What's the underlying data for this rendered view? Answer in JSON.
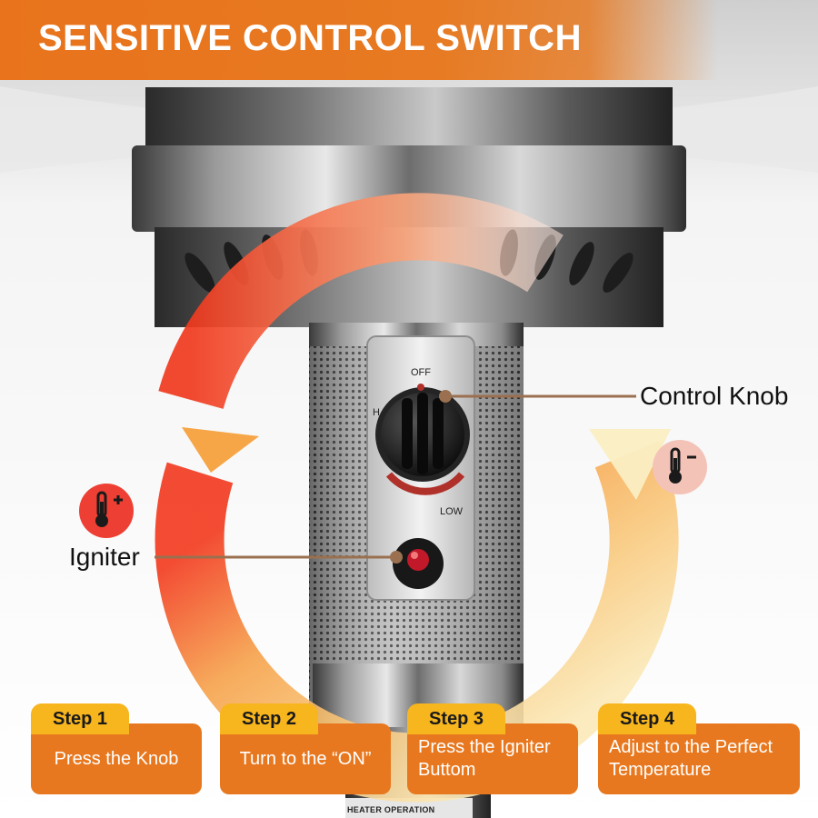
{
  "banner": {
    "title": "SENSITIVE CONTROL SWITCH"
  },
  "callouts": {
    "control_knob": "Control Knob",
    "igniter": "Igniter"
  },
  "knob_labels": {
    "off": "OFF",
    "low": "LOW",
    "high_partial": "H"
  },
  "plate": {
    "text": "HEATER OPERATION"
  },
  "icons": {
    "increase": "thermometer-plus-icon",
    "decrease": "thermometer-minus-icon"
  },
  "colors": {
    "banner": "#e8731c",
    "step_tab": "#f7b51e",
    "step_box": "#e8781f",
    "arrow_hot": "#f2381d",
    "arrow_warm": "#fbe9b8",
    "leader": "#9a7050"
  },
  "steps": [
    {
      "label": "Step 1",
      "text": "Press the Knob"
    },
    {
      "label": "Step 2",
      "text": "Turn to the “ON”"
    },
    {
      "label": "Step 3",
      "text": "Press the Igniter Buttom"
    },
    {
      "label": "Step 4",
      "text": "Adjust to the Perfect Temperature"
    }
  ]
}
